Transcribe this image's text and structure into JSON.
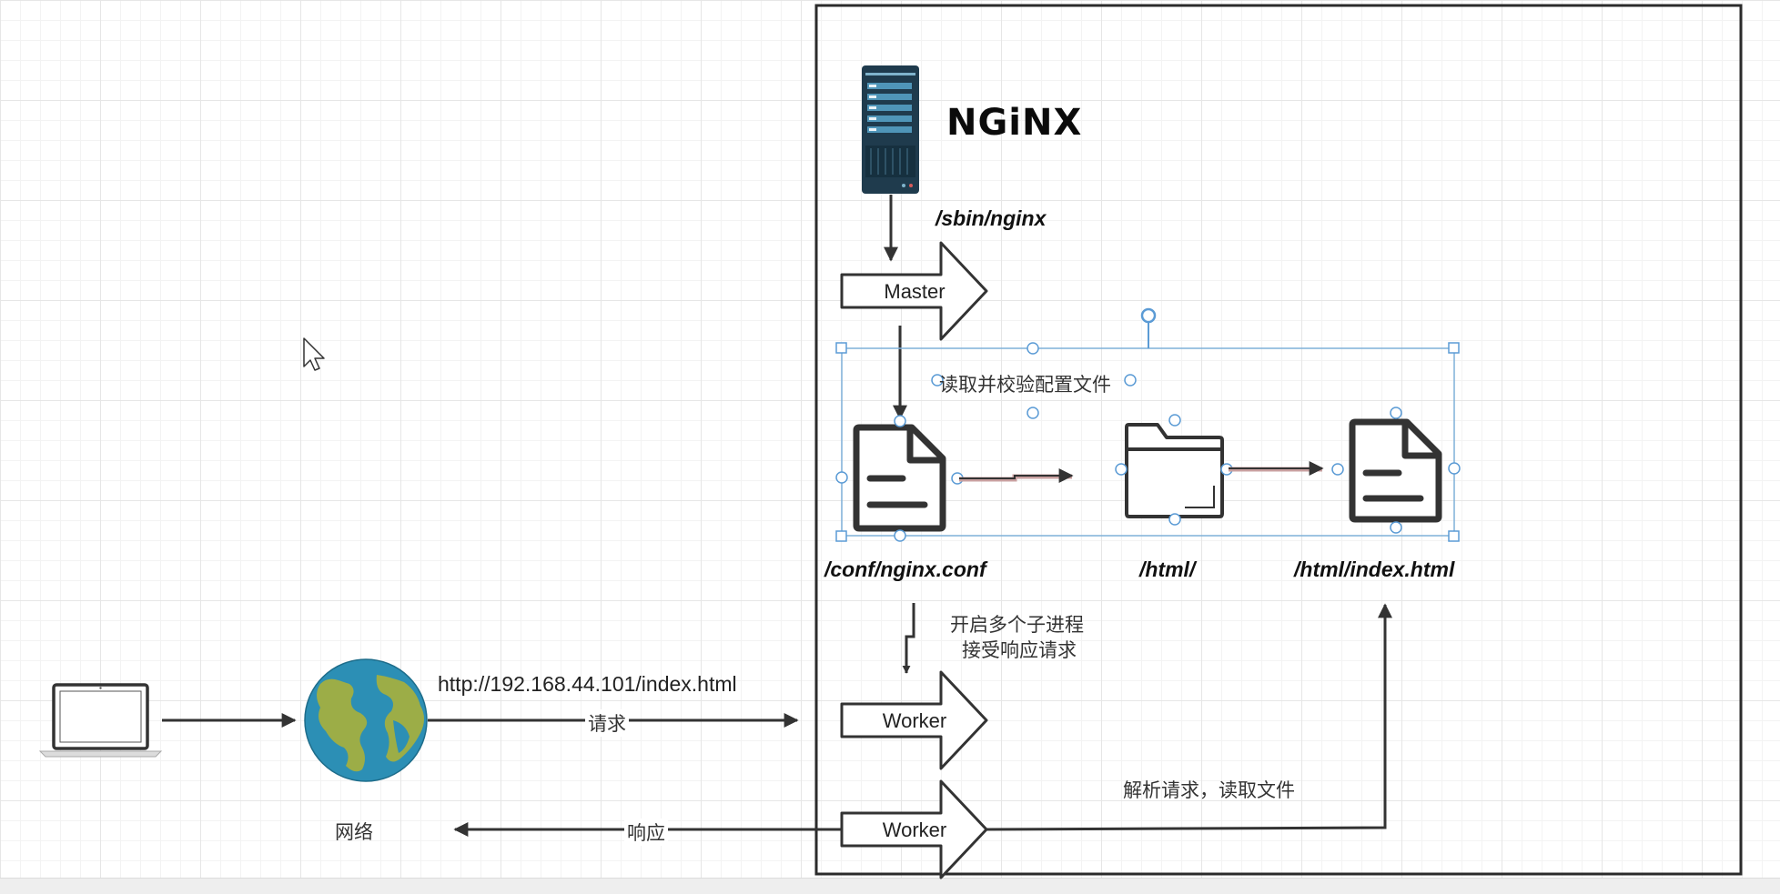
{
  "nodes": {
    "nginx_logo": "NGiNX",
    "sbin_path": "/sbin/nginx",
    "master": "Master",
    "read_config": "读取并校验配置文件",
    "conf_path": "/conf/nginx.conf",
    "html_dir": "/html/",
    "index_path": "/html/index.html",
    "spawn_workers_line1": "开启多个子进程",
    "spawn_workers_line2": "接受响应请求",
    "worker_1": "Worker",
    "worker_2": "Worker",
    "network": "网络",
    "url": "http://192.168.44.101/index.html",
    "parse_request": "解析请求，读取文件"
  },
  "edges": {
    "request": "请求",
    "response": "响应"
  },
  "icons": {
    "server": "server-icon",
    "config_file": "document-icon",
    "folder": "folder-icon",
    "index_file": "document-icon",
    "laptop": "laptop-icon",
    "globe": "globe-icon",
    "cursor": "mouse-pointer-icon"
  },
  "colors": {
    "server_body": "#1f3b4d",
    "server_panel": "#4f95b8",
    "globe_ocean": "#2c8fb5",
    "globe_land": "#9cad47",
    "selection": "#5b9bd5",
    "stroke": "#333333",
    "config_arrow_shadow": "#c9a0a0"
  }
}
